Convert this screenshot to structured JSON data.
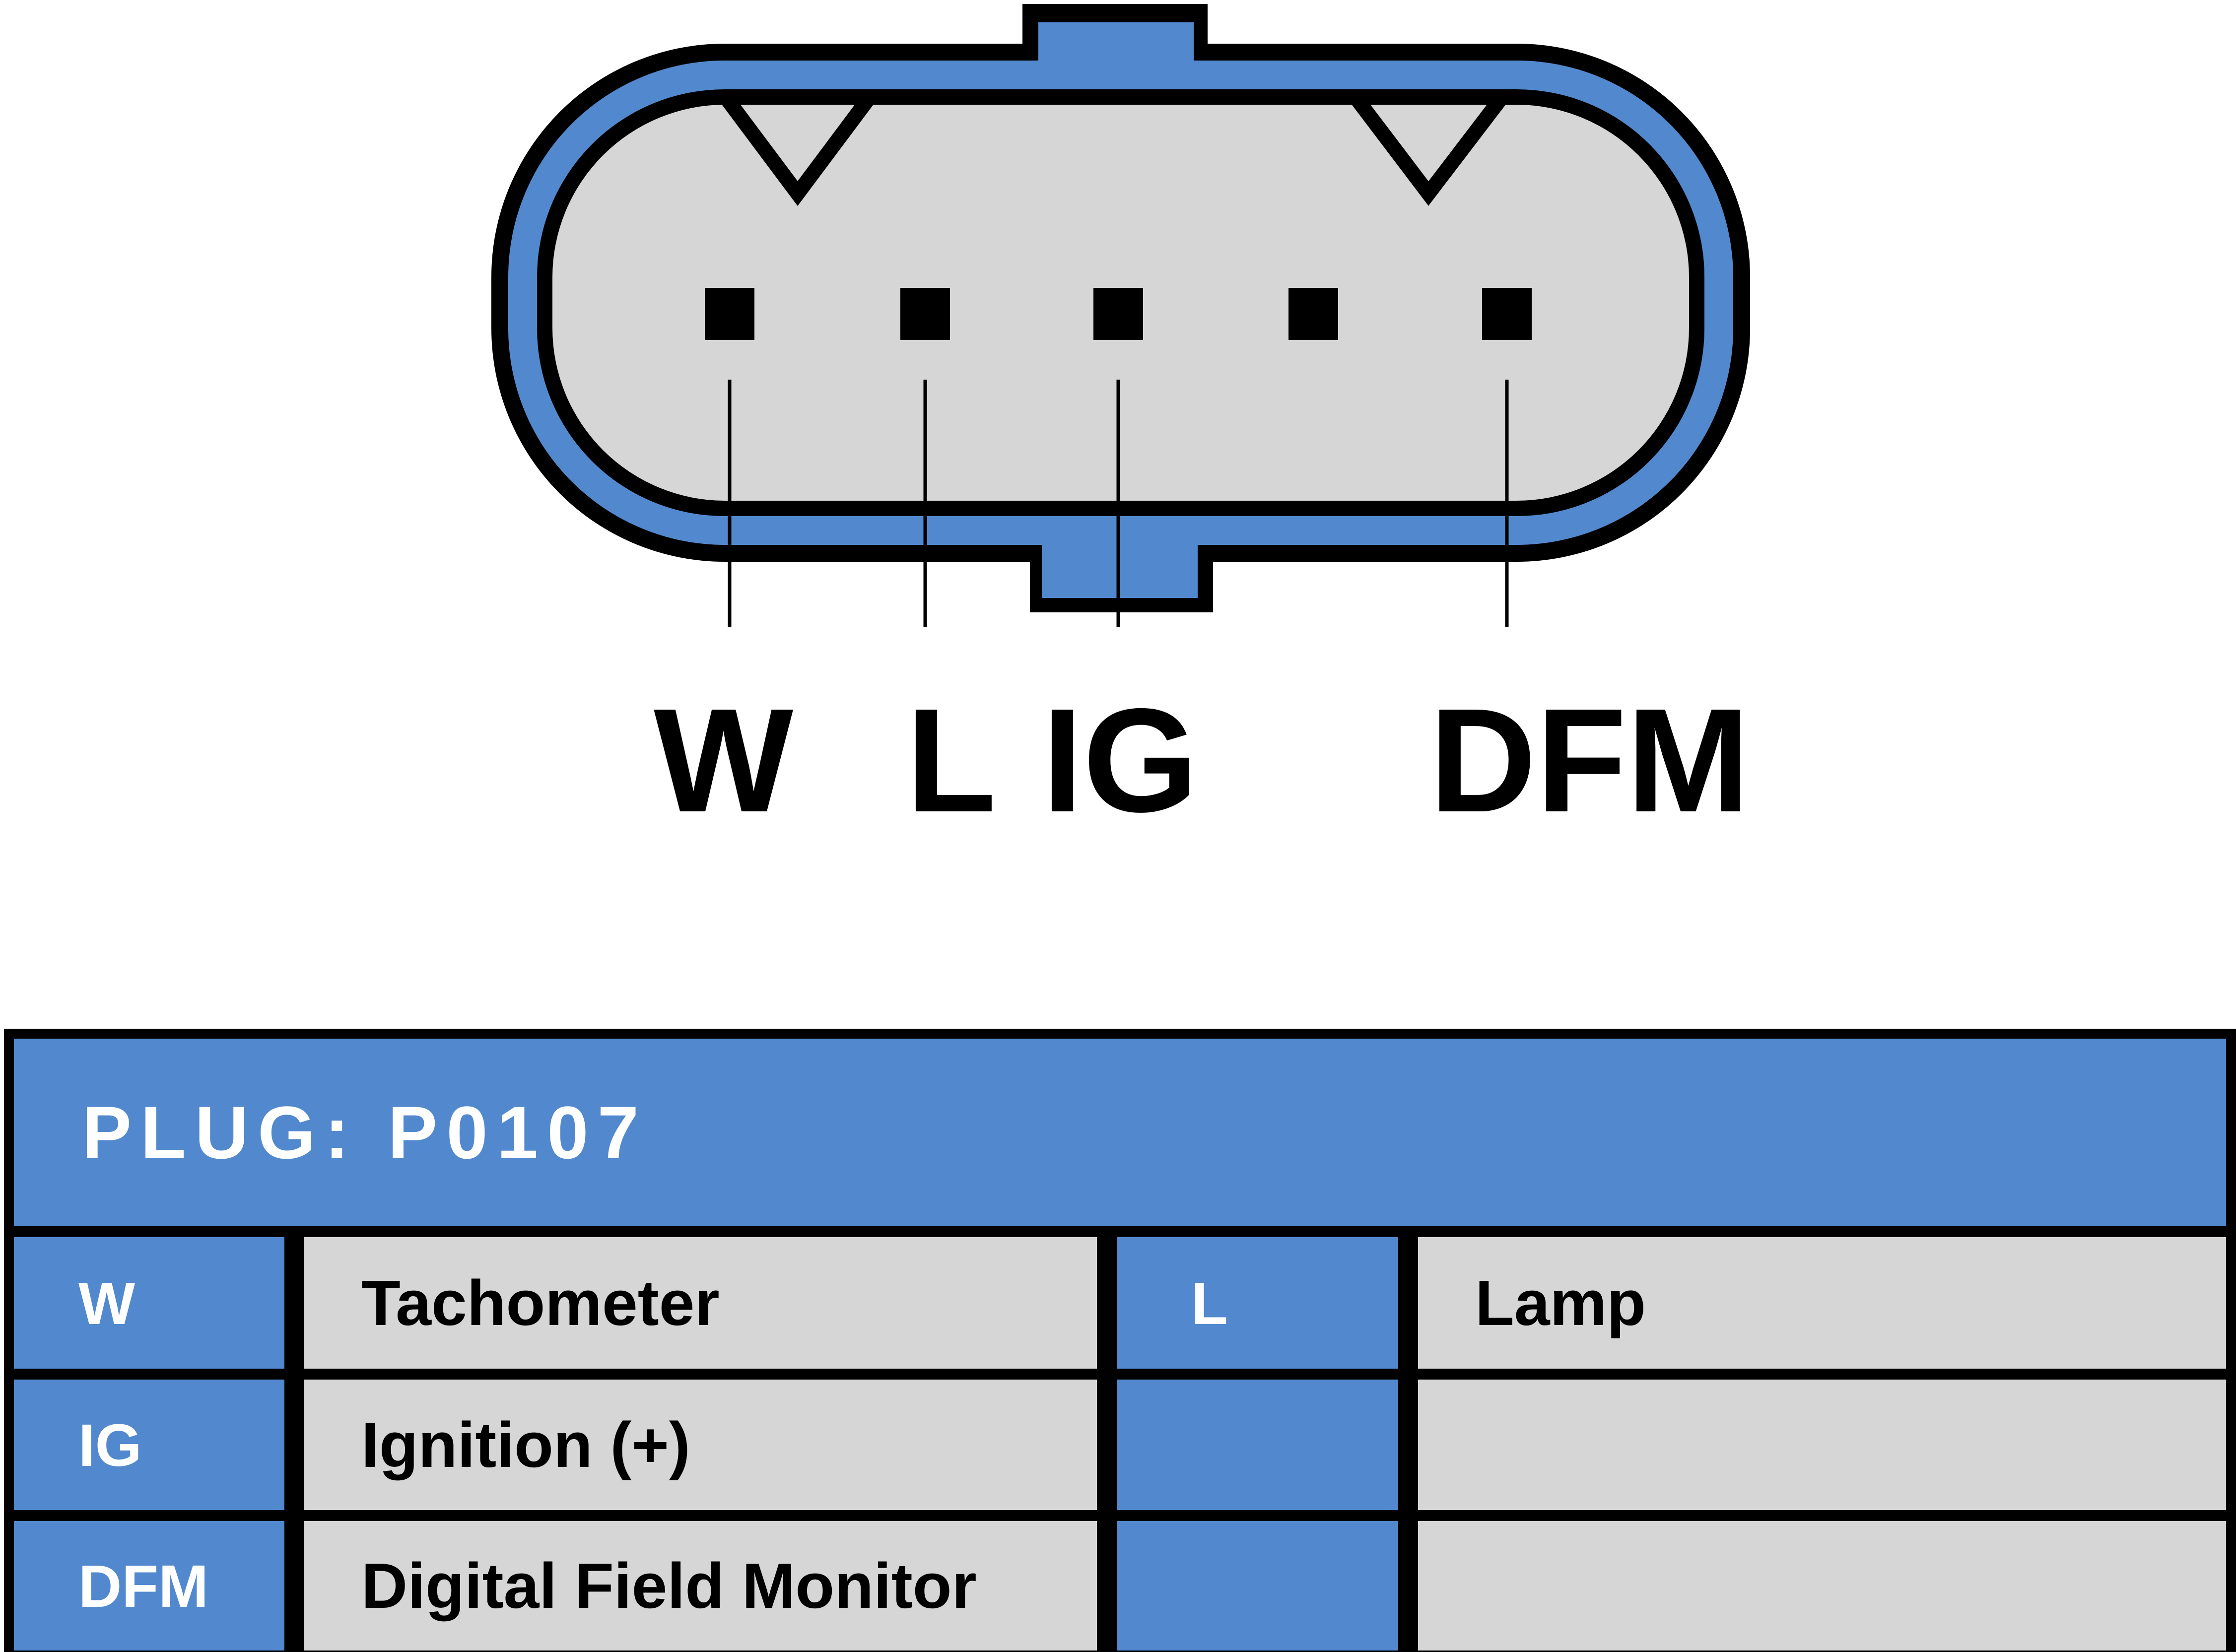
{
  "colors": {
    "blue": "#5289CE",
    "gray": "#D6D6D6",
    "outline": "#000000",
    "text_on_blue": "#FFFFFF",
    "text_on_gray": "#000000"
  },
  "diagram": {
    "type": "connector-pinout",
    "pin_count": 5,
    "pin_labels": [
      "W",
      "L",
      "IG",
      "DFM"
    ]
  },
  "table": {
    "header": "PLUG: P0107",
    "rows": [
      {
        "label": "W",
        "desc": "Tachometer",
        "label2": "L",
        "desc2": "Lamp"
      },
      {
        "label": "IG",
        "desc": "Ignition (+)",
        "label2": "",
        "desc2": ""
      },
      {
        "label": "DFM",
        "desc": "Digital Field Monitor",
        "label2": "",
        "desc2": ""
      }
    ]
  }
}
